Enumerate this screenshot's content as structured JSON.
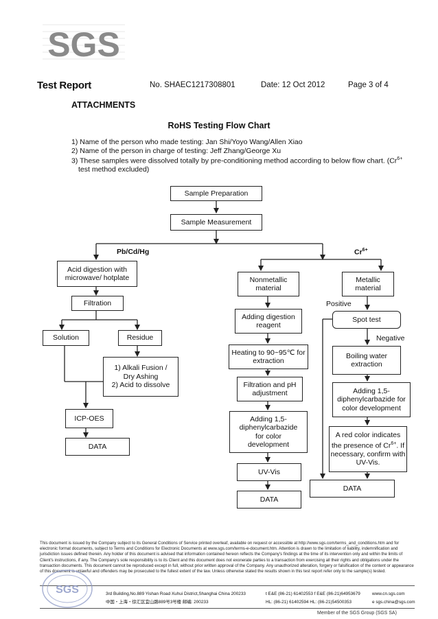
{
  "logo_text": "SGS",
  "header": {
    "title": "Test Report",
    "report_no": "No. SHAEC1217308801",
    "date": "Date: 12 Oct 2012",
    "page": "Page 3 of 4"
  },
  "attachments_heading": "ATTACHMENTS",
  "flow_title": "RoHS Testing Flow Chart",
  "notes": {
    "line1": "1) Name of the person who made testing: Jan Shi/Yoyo Wang/Allen Xiao",
    "line2": "2) Name of the person in charge of testing: Jeff Zhang/George Xu",
    "line3": "3) These samples were dissolved totally by pre-conditioning method according to below flow chart. (Cr",
    "line3_sup": "6+",
    "line4": "test method excluded)"
  },
  "flow": {
    "sample_prep": "Sample Preparation",
    "sample_meas": "Sample Measurement",
    "branch_left": "Pb/Cd/Hg",
    "branch_right": "Cr",
    "branch_right_sup": "6+",
    "acid_digestion": "Acid digestion with microwave/ hotplate",
    "filtration": "Filtration",
    "solution": "Solution",
    "residue": "Residue",
    "alkali_1": "1) Alkali Fusion /",
    "alkali_2": "Dry Ashing",
    "alkali_3": "2) Acid to dissolve",
    "icp_oes": "ICP-OES",
    "data_left": "DATA",
    "nonmetallic": "Nonmetallic material",
    "adding_digestion": "Adding digestion reagent",
    "heating": "Heating to 90~95℃ for extraction",
    "filtration_ph": "Filtration and pH adjustment",
    "adding_dpc_mid": "Adding 1,5-diphenylcarbazide for color development",
    "uv_vis": "UV-Vis",
    "data_mid": "DATA",
    "metallic": "Metallic material",
    "positive": "Positive",
    "spot_test": "Spot test",
    "negative": "Negative",
    "boiling": "Boiling water extraction",
    "adding_dpc_right": "Adding 1,5-diphenylcarbazide for color development",
    "red_color_1": "A red color indicates",
    "red_color_2": "the presence of Cr",
    "red_color_sup": "6+",
    "red_color_3": ". If necessary, confirm with UV-Vis.",
    "data_right": "DATA"
  },
  "footer": {
    "disclaimer": "This document is issued by the Company subject to its General Conditions of Service printed overleaf, available on request or accessible at http://www.sgs.com/terms_and_conditions.htm and for electronic format documents, subject to Terms and Conditions for Electronic Documents at www.sgs.com/terms-e-document.htm. Attention is drawn to the limitation of liability, indemnification and jurisdiction issues defined therein. Any holder of this document is advised that information contained hereon reflects the Company's findings at the time of its intervention only and within the limits of Client's instructions, if any. The Company's sole responsibility is to its Client and this document does not exonerate parties to a transaction from exercising all their rights and obligations under the transaction documents. This document cannot be reproduced except in full, without prior written approval of the Company. Any unauthorized alteration, forgery or falsification of the content or appearance of this document is unlawful and offenders may be prosecuted to the fullest extent of the law. Unless otherwise stated the results shown in this test report refer only to the sample(s) tested.",
    "addr_en": "3rd Building,No.889 Yishan Road Xuhui District,Shanghai China   200233",
    "addr_cn": "中国・上海・徐汇区宜山路889号3号楼   邮编: 200233",
    "tel_1": "t E&E (86-21) 61402553  f E&E (86-21)64953679",
    "tel_2": "HL: (86-21) 61402594   HL: (86-21)54500353",
    "web_1": "www.cn.sgs.com",
    "web_2": "e  sgs.china@sgs.com",
    "member": "Member of the SGS Group (SGS SA)",
    "seal_text": "SGS"
  }
}
